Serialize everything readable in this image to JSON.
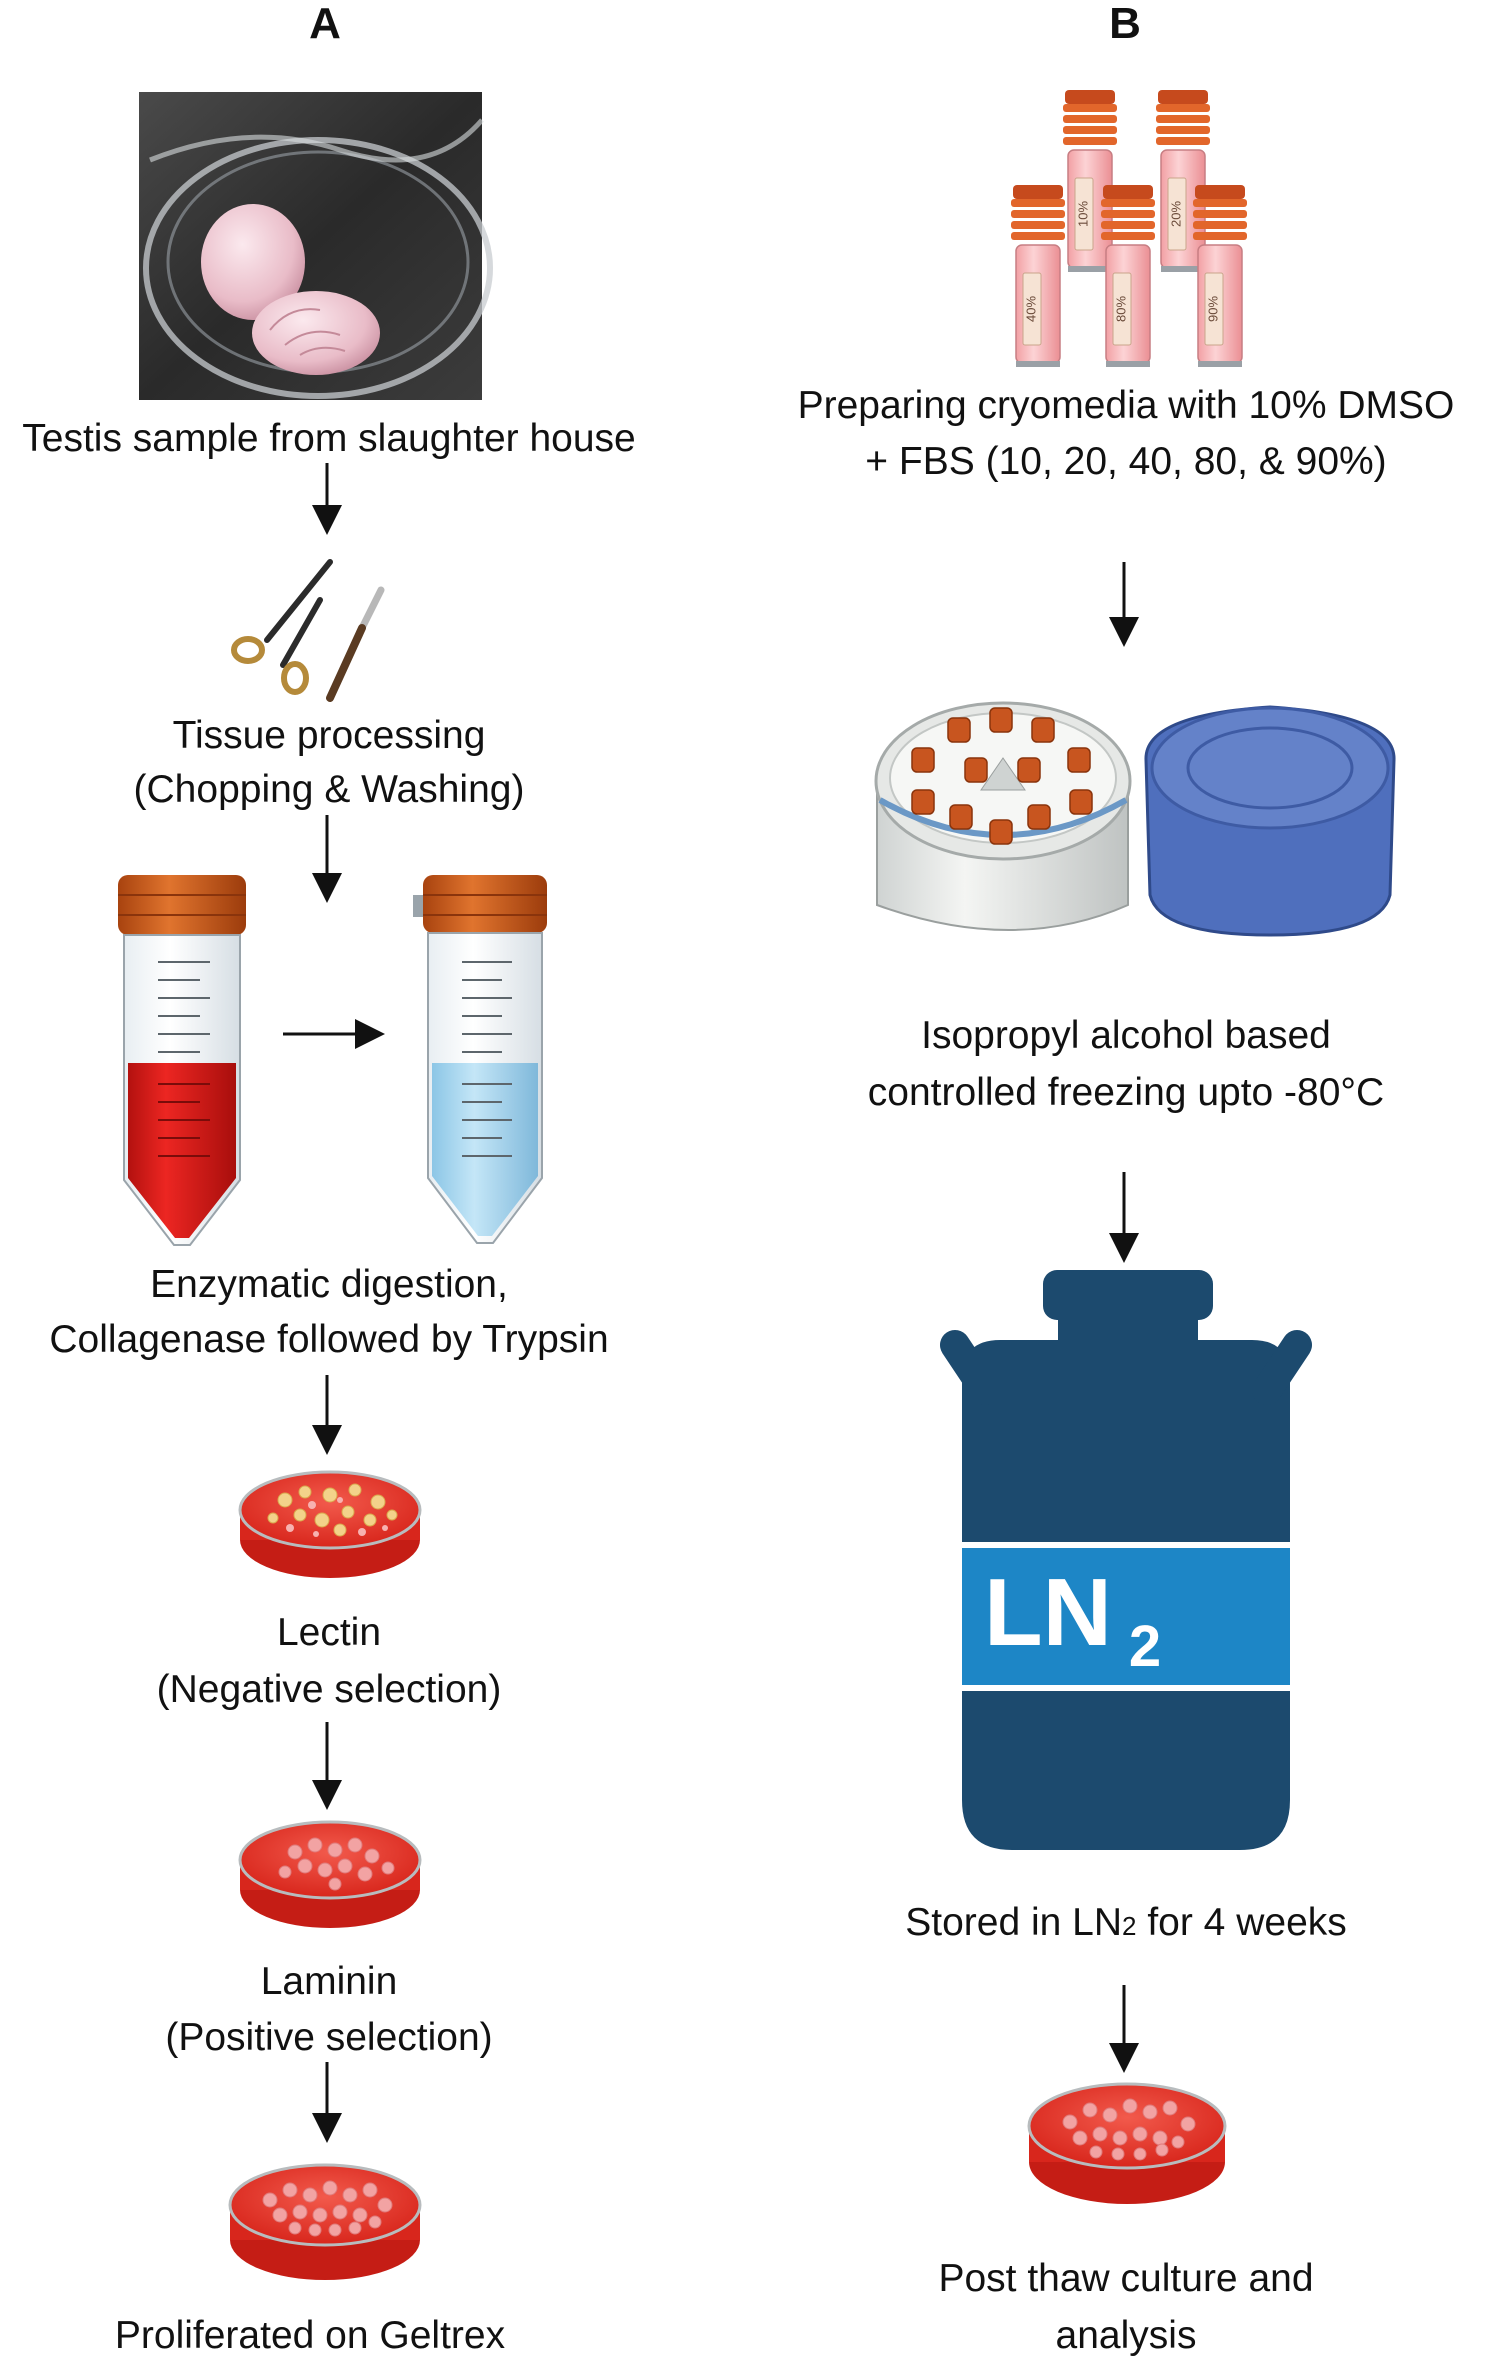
{
  "panels": {
    "a": "A",
    "b": "B"
  },
  "steps_a": {
    "sample": "Testis sample from slaughter house",
    "processing_1": "Tissue processing",
    "processing_2": "(Chopping & Washing)",
    "digestion_1": "Enzymatic digestion,",
    "digestion_2": "Collagenase followed by Trypsin",
    "lectin_1": "Lectin",
    "lectin_2": "(Negative selection)",
    "laminin_1": "Laminin",
    "laminin_2": "(Positive selection)",
    "geltrex": "Proliferated on Geltrex"
  },
  "steps_b": {
    "cryo_1": "Preparing cryomedia with 10% DMSO",
    "cryo_2": "+ FBS (10, 20, 40, 80, & 90%)",
    "freeze_1": "Isopropyl alcohol based",
    "freeze_2": "controlled freezing upto -80°C",
    "stored_prefix": "Stored in LN",
    "stored_sub": "2",
    "stored_suffix": " for 4 weeks",
    "thaw_1": "Post thaw culture and",
    "thaw_2": "analysis"
  },
  "tube_labels": [
    "10%",
    "20%",
    "40%",
    "80%",
    "90%"
  ],
  "ln2_label": {
    "main": "LN",
    "sub": "2"
  },
  "colors": {
    "arrow": "#111111",
    "cap_orange": "#d8611f",
    "media_red": "#e0201c",
    "media_blue": "#a9d6ef",
    "dish_red": "#e83a2e",
    "dewar_navy": "#1c4a6e",
    "dewar_band": "#1d86c6",
    "freezer_lid": "#4f6fbd"
  }
}
